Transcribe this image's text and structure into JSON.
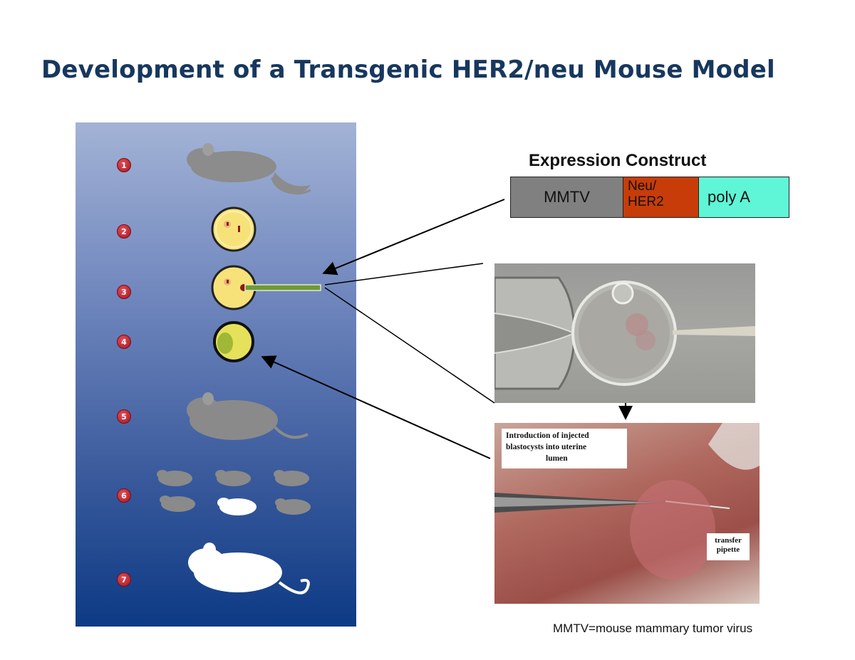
{
  "title": "Development of a Transgenic HER2/neu Mouse Model",
  "steps": [
    "1",
    "2",
    "3",
    "4",
    "5",
    "6",
    "7"
  ],
  "construct": {
    "title": "Expression Construct",
    "segments": [
      "MMTV",
      "Neu/",
      "HER2",
      "poly A"
    ]
  },
  "photo_caption": {
    "line1": "Introduction of injected",
    "line2": "blastocysts into uterine",
    "line3": "lumen"
  },
  "pipette_label": {
    "line1": "transfer",
    "line2": "pipette"
  },
  "footnote": "MMTV=mouse mammary tumor virus",
  "colors": {
    "title": "#17375e",
    "mmtv": "#808080",
    "neu": "#c83c0a",
    "polya": "#5ef6d6",
    "step_badge": "#b3161f"
  }
}
